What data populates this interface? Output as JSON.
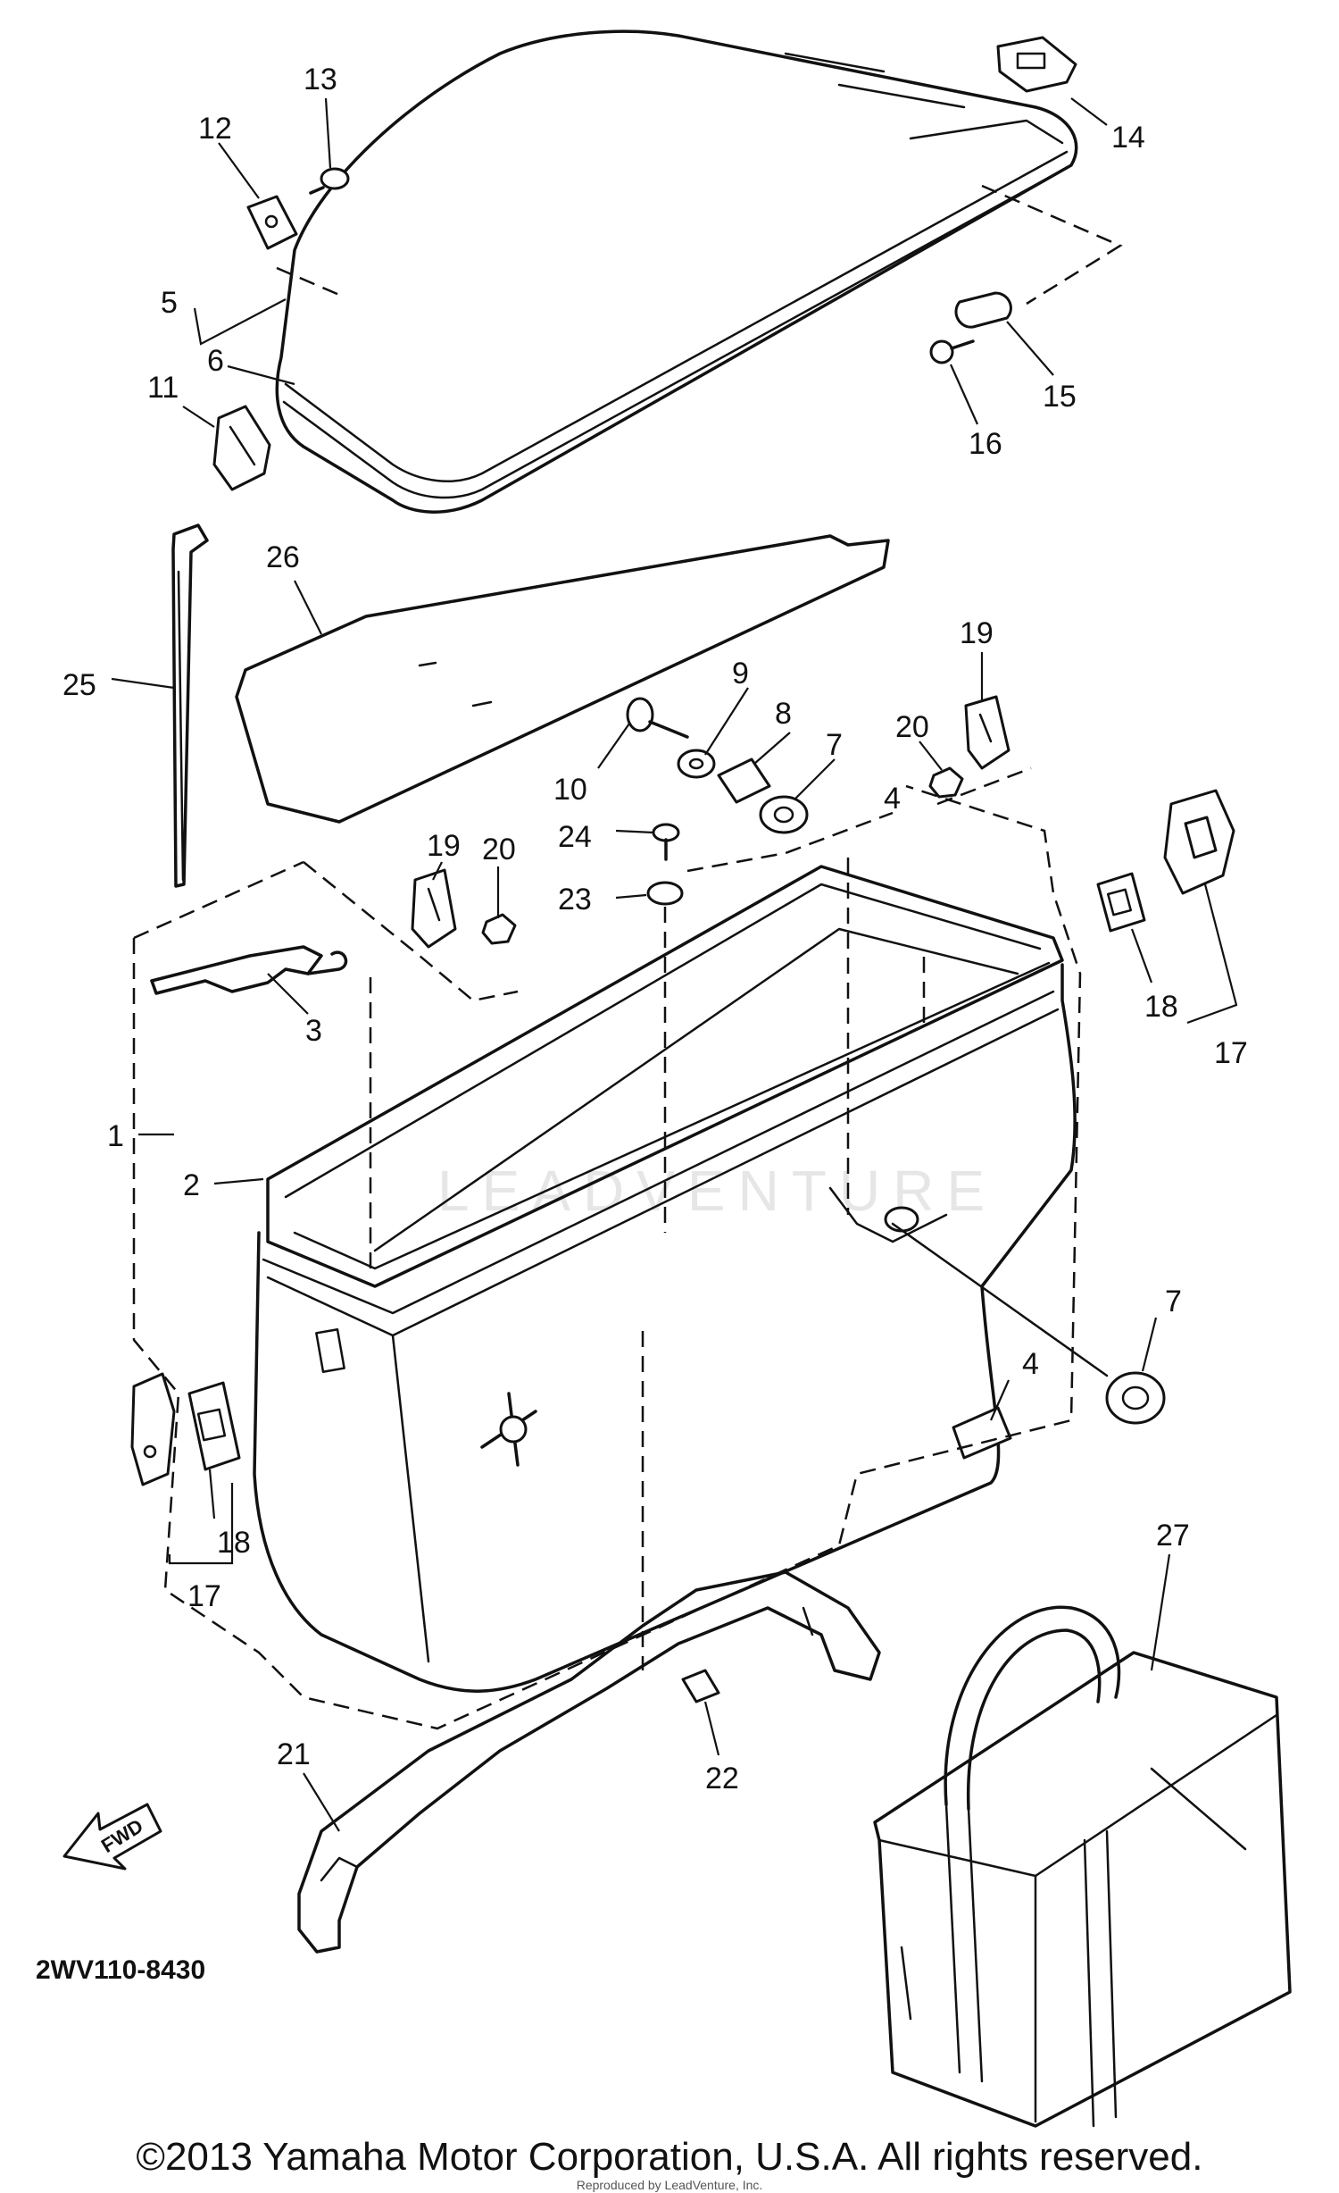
{
  "diagram": {
    "code": "2WV110-8430",
    "fwd_label": "FWD",
    "watermark": "LEADVENTURE",
    "labels": [
      {
        "id": "13",
        "text": "13"
      },
      {
        "id": "12",
        "text": "12"
      },
      {
        "id": "14",
        "text": "14"
      },
      {
        "id": "5",
        "text": "5"
      },
      {
        "id": "6",
        "text": "6"
      },
      {
        "id": "11",
        "text": "11"
      },
      {
        "id": "15",
        "text": "15"
      },
      {
        "id": "16",
        "text": "16"
      },
      {
        "id": "26",
        "text": "26"
      },
      {
        "id": "25",
        "text": "25"
      },
      {
        "id": "19a",
        "text": "19"
      },
      {
        "id": "9",
        "text": "9"
      },
      {
        "id": "8",
        "text": "8"
      },
      {
        "id": "7a",
        "text": "7"
      },
      {
        "id": "20a",
        "text": "20"
      },
      {
        "id": "10",
        "text": "10"
      },
      {
        "id": "4a",
        "text": "4"
      },
      {
        "id": "19b",
        "text": "19"
      },
      {
        "id": "20b",
        "text": "20"
      },
      {
        "id": "24",
        "text": "24"
      },
      {
        "id": "23",
        "text": "23"
      },
      {
        "id": "3",
        "text": "3"
      },
      {
        "id": "18a",
        "text": "18"
      },
      {
        "id": "17a",
        "text": "17"
      },
      {
        "id": "1",
        "text": "1"
      },
      {
        "id": "2",
        "text": "2"
      },
      {
        "id": "7b",
        "text": "7"
      },
      {
        "id": "4b",
        "text": "4"
      },
      {
        "id": "18b",
        "text": "18"
      },
      {
        "id": "17b",
        "text": "17"
      },
      {
        "id": "27",
        "text": "27"
      },
      {
        "id": "21",
        "text": "21"
      },
      {
        "id": "22",
        "text": "22"
      }
    ]
  },
  "footer": {
    "copyright": "©2013 Yamaha Motor Corporation, U.S.A. All rights reserved.",
    "reproduced": "Reproduced by LeadVenture, Inc."
  }
}
